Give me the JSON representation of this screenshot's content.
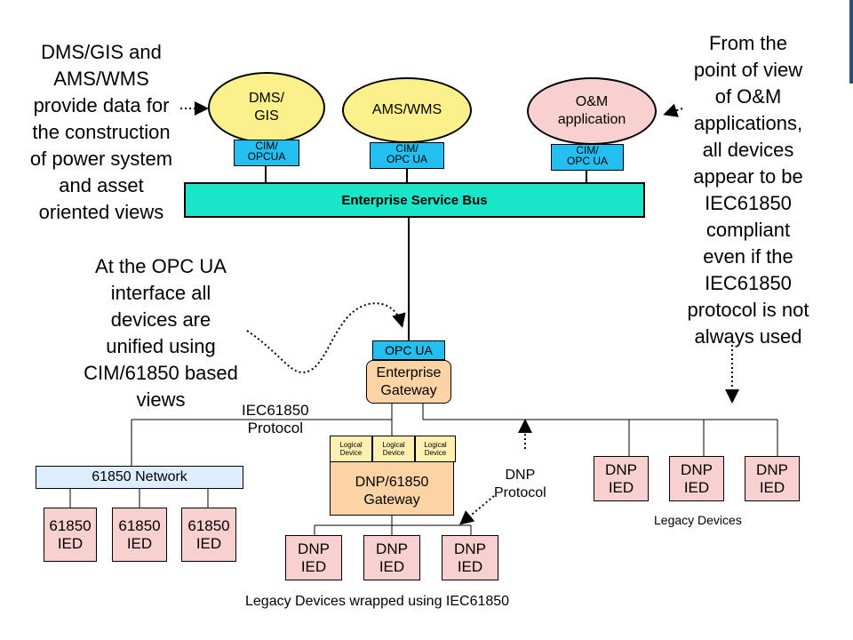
{
  "notes": {
    "dms_gis_note": [
      "DMS/GIS and",
      "AMS/WMS",
      "provide data for",
      "the construction",
      "of power system",
      "and asset",
      "oriented views"
    ],
    "opc_ua_note": [
      "At the OPC UA",
      "interface all",
      "devices are",
      "unified using",
      "CIM/61850 based",
      "views"
    ],
    "om_note": [
      "From the",
      "point of view",
      "of O&M",
      "applications,",
      "all devices",
      "appear to be",
      "IEC61850",
      "compliant",
      "even if the",
      "IEC61850",
      "protocol is not",
      "always used"
    ]
  },
  "apps": [
    {
      "label": "DMS/\nGIS",
      "color": "#fbf08a",
      "adapter": "CIM/\nOPCUA"
    },
    {
      "label": "AMS/WMS",
      "color": "#fbf08a",
      "adapter": "CIM/\nOPC UA"
    },
    {
      "label": "O&M\napplication",
      "color": "#f8d0cf",
      "adapter": "CIM/\nOPC UA"
    }
  ],
  "esb": {
    "label": "Enterprise Service Bus",
    "color": "#19e6c8"
  },
  "enterprise_gateway": {
    "opc_label": "OPC UA",
    "label": "Enterprise\nGateway",
    "color": "#fbd3a5"
  },
  "protocols": {
    "iec61850": "IEC61850\nProtocol",
    "dnp": "DNP\nProtocol"
  },
  "network_61850": {
    "label": "61850 Network",
    "color": "#ddeeff"
  },
  "ieds_61850": [
    "61850\nIED",
    "61850\nIED",
    "61850\nIED"
  ],
  "dnp_gateway": {
    "logical_devices": [
      "Logical\nDevice",
      "Logical\nDevice",
      "Logical\nDevice"
    ],
    "label": "DNP/61850\nGateway",
    "color": "#fbd3a5"
  },
  "wrapped_ieds": [
    "DNP\nIED",
    "DNP\nIED",
    "DNP\nIED"
  ],
  "legacy_ieds": [
    "DNP\nIED",
    "DNP\nIED",
    "DNP\nIED"
  ],
  "captions": {
    "legacy_devices": "Legacy Devices",
    "wrapped": "Legacy Devices wrapped using IEC61850"
  }
}
